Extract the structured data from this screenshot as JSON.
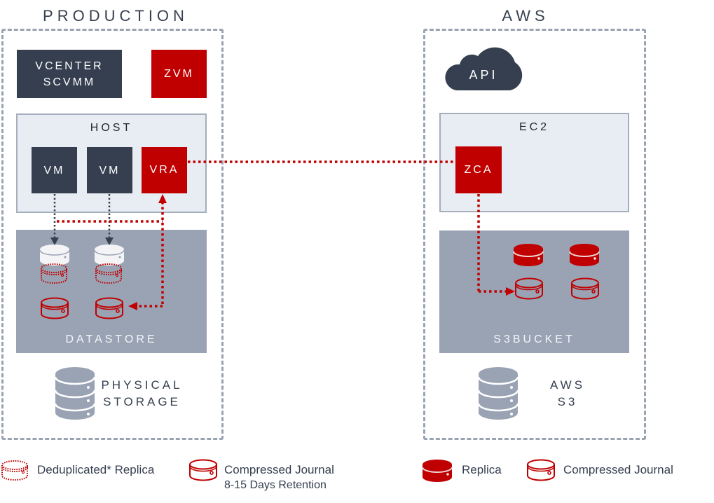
{
  "production": {
    "title": "PRODUCTION",
    "vcenter_label_line1": "VCENTER",
    "vcenter_label_line2": "SCVMM",
    "zvm_label": "ZVM",
    "host": {
      "label": "HOST",
      "vms": [
        "VM",
        "VM"
      ],
      "vra_label": "VRA"
    },
    "datastore_label": "DATASTORE",
    "physical_storage_line1": "PHYSICAL",
    "physical_storage_line2": "STORAGE"
  },
  "aws": {
    "title": "AWS",
    "api_label": "API",
    "ec2": {
      "label": "EC2",
      "zca_label": "ZCA"
    },
    "bucket_label": "S3BUCKET",
    "s3_line1": "AWS",
    "s3_line2": "S3"
  },
  "legend": {
    "dedup_replica": "Deduplicated* Replica",
    "compressed_journal_prod_line1": "Compressed Journal",
    "compressed_journal_prod_line2": "8-15 Days Retention",
    "replica": "Replica",
    "compressed_journal_aws": "Compressed Journal"
  },
  "colors": {
    "accent_red": "#c00000",
    "dark_slate": "#353f4f",
    "dashed_border": "#9aa3b0",
    "host_bg": "#e8ecf3",
    "datastore_bg": "#9aa3b4"
  }
}
